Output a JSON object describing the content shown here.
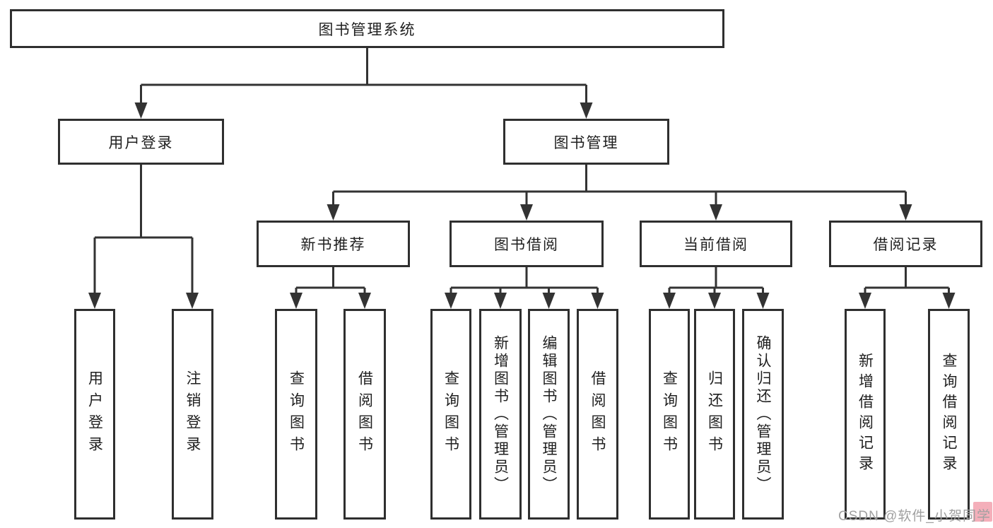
{
  "diagram": {
    "root": "图书管理系统",
    "level2": {
      "user_login": "用户登录",
      "book_mgmt": "图书管理"
    },
    "level3": {
      "new_book": "新书推荐",
      "borrow": "图书借阅",
      "current": "当前借阅",
      "records": "借阅记录"
    },
    "leaves": {
      "login": "用户登录",
      "logout": "注销登录",
      "nb_query": "查询图书",
      "nb_borrow": "借阅图书",
      "bb_query": "查询图书",
      "bb_add": "新增图书（管理员）",
      "bb_edit": "编辑图书（管理员）",
      "bb_borrow": "借阅图书",
      "cb_query": "查询图书",
      "cb_return": "归还图书",
      "cb_confirm": "确认归还（管理员）",
      "br_add": "新增借阅记录",
      "br_query": "查询借阅记录"
    }
  },
  "watermark": {
    "text": "CSDN @软件_小贺同学"
  },
  "colors": {
    "line": "#333333",
    "border": "#2f2f2f",
    "text": "#1f1f1f",
    "watermark": "#a0a0a0",
    "watermark_accent": "#eb6e82",
    "background": "#ffffff"
  }
}
